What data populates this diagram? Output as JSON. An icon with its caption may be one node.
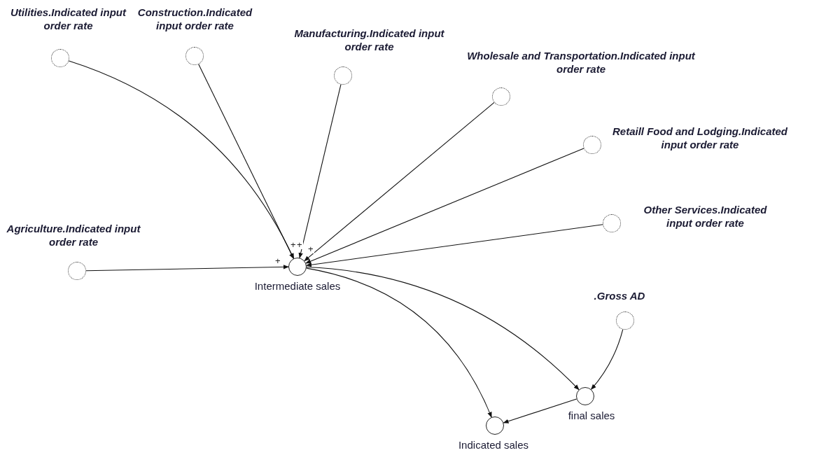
{
  "diagram": {
    "nodes": [
      {
        "text": [
          "Utilities.Indicated input  order rate"
        ]
      },
      {
        "text": [
          "Construction.Indicated input  order rate"
        ]
      },
      {
        "text": [
          "Manufacturing.Indicated input  order rate"
        ]
      },
      {
        "text": [
          "Wholesale and Transportation.Indicated input  order rate"
        ]
      },
      {
        "text": [
          "Retaill Food  and Lodging.Indicated input  order rate"
        ]
      },
      {
        "text": [
          "Other Services.Indicated input  order rate"
        ]
      },
      {
        "text": [
          "Agriculture.Indicated input  order rate"
        ]
      },
      {
        "text": [
          "Intermediate sales"
        ]
      },
      {
        "text": [
          ".Gross AD"
        ]
      },
      {
        "text": [
          "final sales"
        ]
      },
      {
        "text": [
          "Indicated sales"
        ]
      }
    ],
    "edges": [
      {
        "from": 0,
        "to": 7,
        "arrow": "to",
        "label": "+"
      },
      {
        "from": 1,
        "to": 7,
        "arrow": "to",
        "label": "+"
      },
      {
        "from": 2,
        "to": 7,
        "arrow": "to",
        "label": "+"
      },
      {
        "from": 3,
        "to": 7,
        "arrow": "to"
      },
      {
        "from": 4,
        "to": 7,
        "arrow": "to"
      },
      {
        "from": 5,
        "to": 7,
        "arrow": "to"
      },
      {
        "from": 6,
        "to": 7,
        "arrow": "to",
        "label": "+"
      },
      {
        "from": 7,
        "to": 10,
        "arrow": "to"
      },
      {
        "from": 7,
        "to": 9,
        "arrow": "to"
      },
      {
        "from": 8,
        "to": 9,
        "arrow": "to"
      },
      {
        "from": 9,
        "to": 10,
        "arrow": "to"
      }
    ]
  }
}
